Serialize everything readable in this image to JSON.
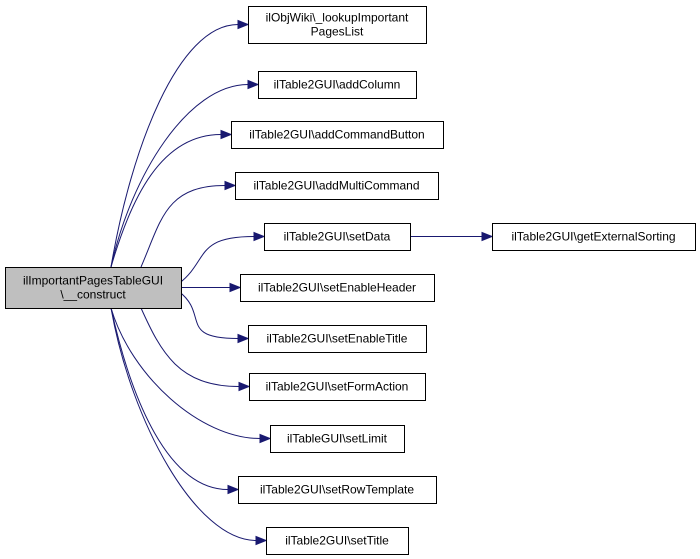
{
  "diagram": {
    "type": "call-graph",
    "colors": {
      "edge": "#191970",
      "root_fill": "#bfbfbf",
      "node_fill": "#ffffff",
      "border": "#000000"
    },
    "nodes": [
      {
        "id": "root",
        "lines": [
          "ilImportantPagesTableGUI",
          "\\__construct"
        ]
      },
      {
        "id": "n1",
        "lines": [
          "ilObjWiki\\_lookupImportant",
          "PagesList"
        ]
      },
      {
        "id": "n2",
        "lines": [
          "ilTable2GUI\\addColumn"
        ]
      },
      {
        "id": "n3",
        "lines": [
          "ilTable2GUI\\addCommandButton"
        ]
      },
      {
        "id": "n4",
        "lines": [
          "ilTable2GUI\\addMultiCommand"
        ]
      },
      {
        "id": "n5",
        "lines": [
          "ilTable2GUI\\setData"
        ]
      },
      {
        "id": "n6",
        "lines": [
          "ilTable2GUI\\getExternalSorting"
        ]
      },
      {
        "id": "n7",
        "lines": [
          "ilTable2GUI\\setEnableHeader"
        ]
      },
      {
        "id": "n8",
        "lines": [
          "ilTable2GUI\\setEnableTitle"
        ]
      },
      {
        "id": "n9",
        "lines": [
          "ilTable2GUI\\setFormAction"
        ]
      },
      {
        "id": "n10",
        "lines": [
          "ilTableGUI\\setLimit"
        ]
      },
      {
        "id": "n11",
        "lines": [
          "ilTable2GUI\\setRowTemplate"
        ]
      },
      {
        "id": "n12",
        "lines": [
          "ilTable2GUI\\setTitle"
        ]
      }
    ],
    "edges": [
      {
        "from": "root",
        "to": "n1"
      },
      {
        "from": "root",
        "to": "n2"
      },
      {
        "from": "root",
        "to": "n3"
      },
      {
        "from": "root",
        "to": "n4"
      },
      {
        "from": "root",
        "to": "n5"
      },
      {
        "from": "root",
        "to": "n7"
      },
      {
        "from": "root",
        "to": "n8"
      },
      {
        "from": "root",
        "to": "n9"
      },
      {
        "from": "root",
        "to": "n10"
      },
      {
        "from": "root",
        "to": "n11"
      },
      {
        "from": "root",
        "to": "n12"
      },
      {
        "from": "n5",
        "to": "n6"
      }
    ]
  }
}
